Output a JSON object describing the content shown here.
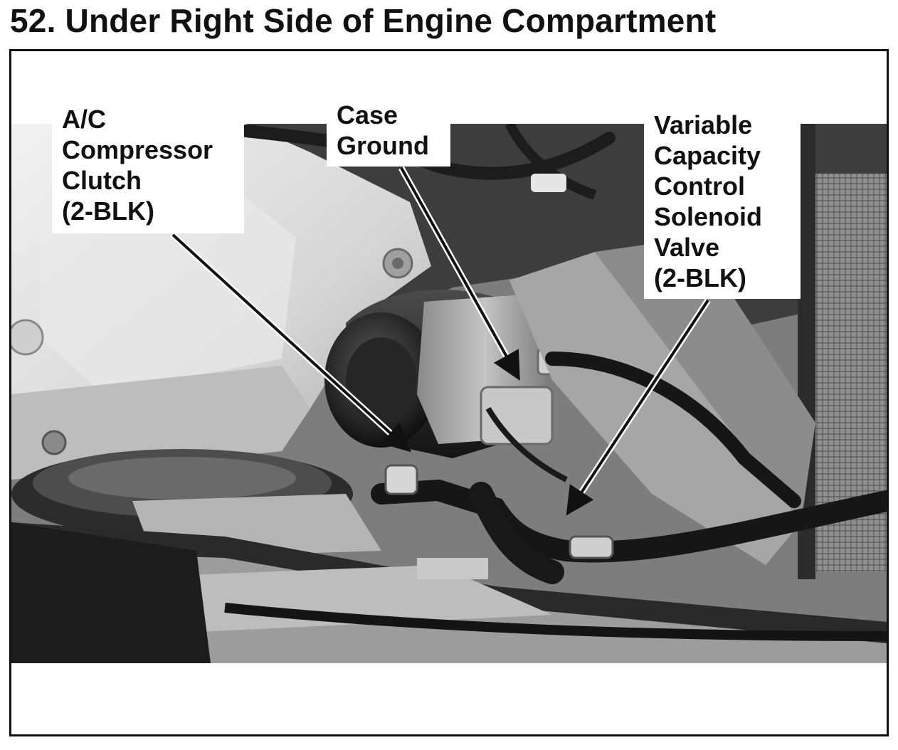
{
  "title": "52. Under Right Side of Engine Compartment",
  "colors": {
    "ink": "#111111",
    "paper": "#ffffff",
    "metal_light": "#d9d9d9",
    "metal_mid": "#9a9a9a",
    "shadow": "#2a2a2a"
  },
  "callouts": [
    {
      "id": "ac-clutch",
      "text": "A/C\nCompressor\nClutch\n(2-BLK)"
    },
    {
      "id": "case-ground",
      "text": "Case\nGround"
    },
    {
      "id": "vcc-solenoid",
      "text": "Variable\nCapacity\nControl\nSolenoid\nValve\n(2-BLK)"
    }
  ]
}
